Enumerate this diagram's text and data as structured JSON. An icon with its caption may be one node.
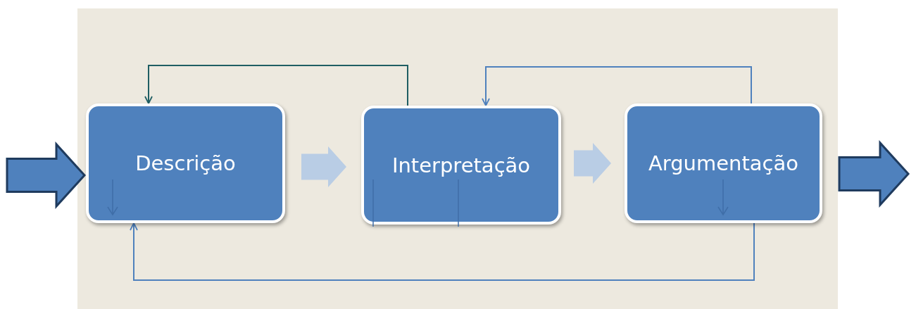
{
  "diagram": {
    "nodes": [
      {
        "text": [
          "Descrição"
        ]
      },
      {
        "text": [
          "Interpretação"
        ]
      },
      {
        "text": [
          "Argumentação"
        ]
      }
    ],
    "edges": [
      {
        "from": null,
        "to": 0,
        "arrow": "to",
        "style": "thick"
      },
      {
        "from": 0,
        "to": 1,
        "arrow": "to",
        "style": "thick",
        "color": "#b9cde5"
      },
      {
        "from": 1,
        "to": 2,
        "arrow": "to",
        "style": "thick",
        "color": "#b9cde5"
      },
      {
        "from": 2,
        "to": null,
        "arrow": "to",
        "style": "thick"
      },
      {
        "from": 1,
        "to": 0,
        "arrow": "to",
        "color": "#1f5e63"
      },
      {
        "from": 2,
        "to": 1,
        "arrow": "to"
      },
      {
        "from": 2,
        "to": 0,
        "arrow": "to"
      }
    ]
  }
}
